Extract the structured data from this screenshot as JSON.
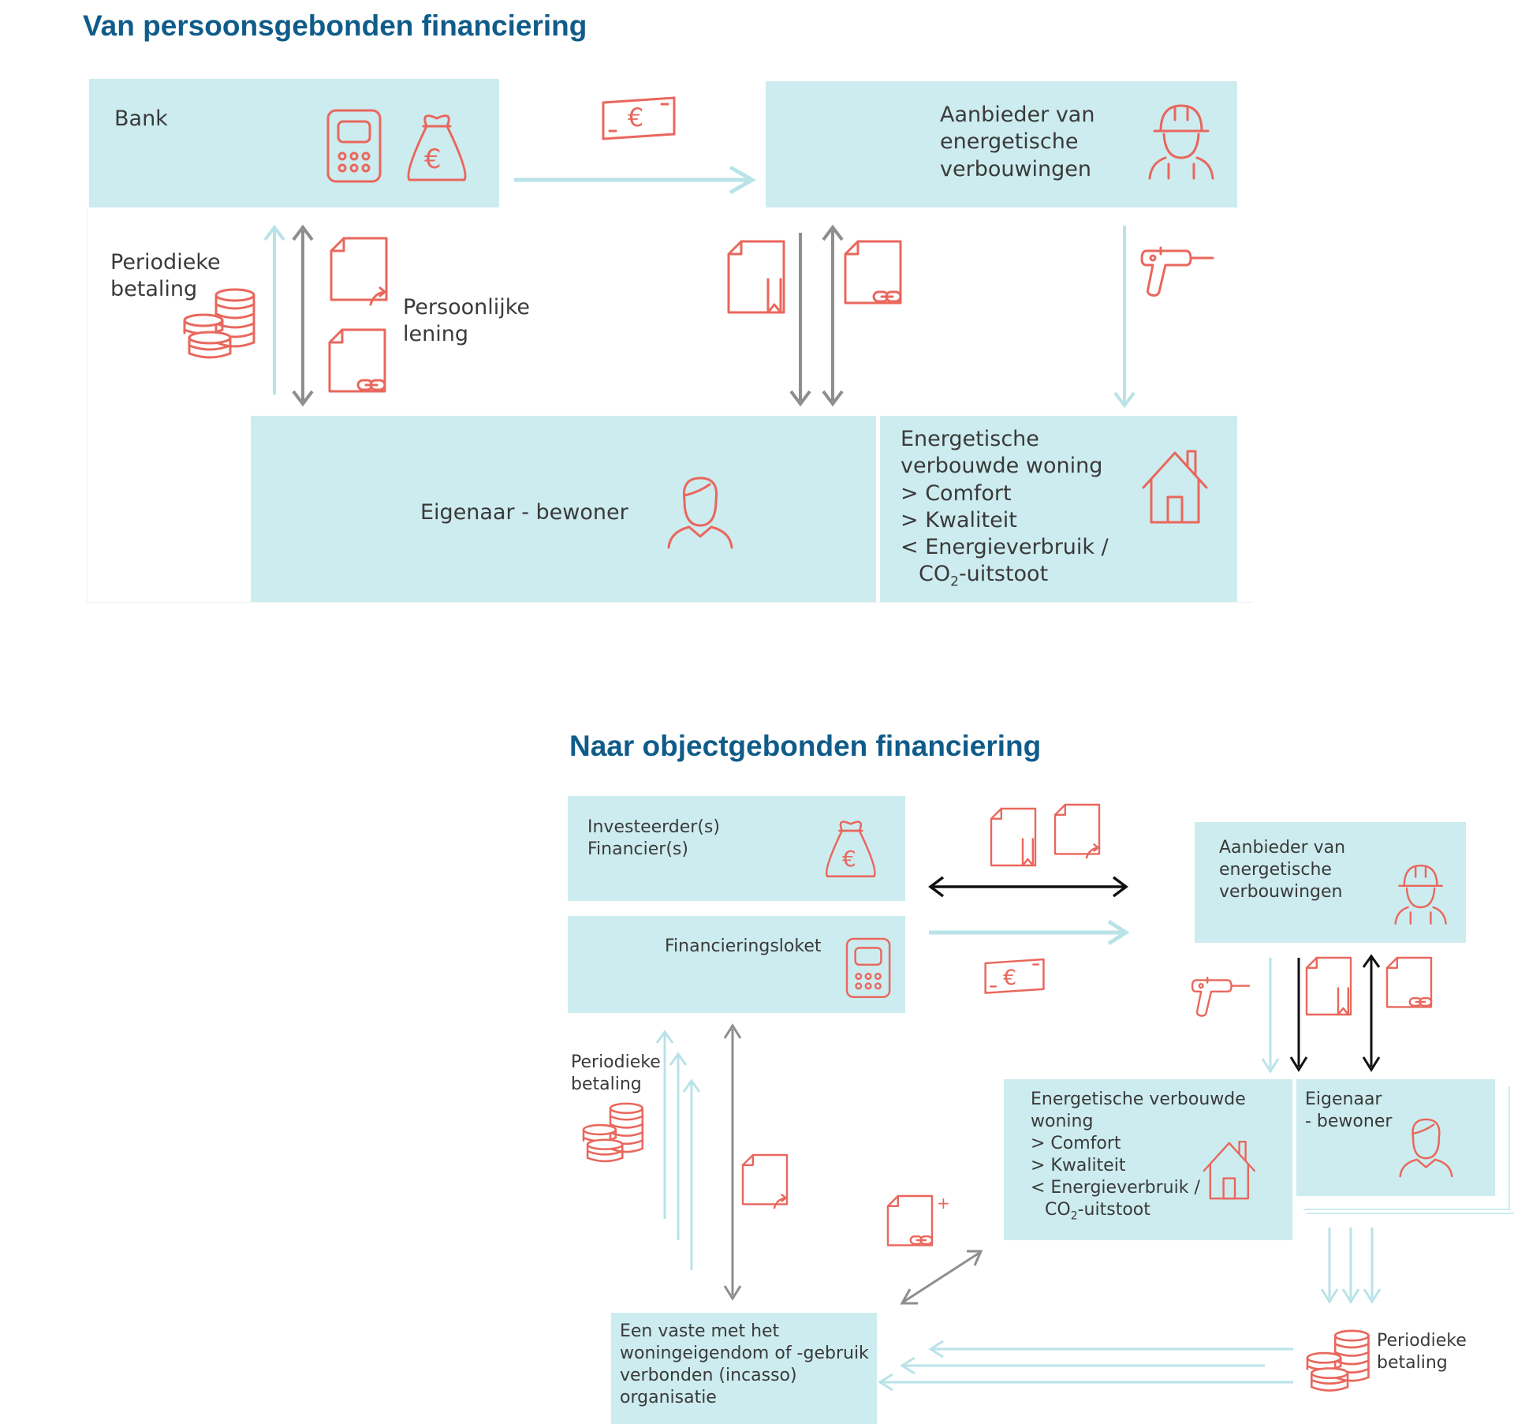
{
  "top": {
    "title": "Van persoonsgebonden financiering",
    "bank_label": "Bank",
    "provider_lines": [
      "Aanbieder van",
      "energetische",
      "verbouwingen"
    ],
    "payment_lines": [
      "Periodieke",
      "betaling"
    ],
    "loan_lines": [
      "Persoonlijke",
      "lening"
    ],
    "owner_label": "Eigenaar - bewoner",
    "house_lines": [
      "Energetische",
      "verbouwde woning",
      "> Comfort",
      "> Kwaliteit",
      "< Energieverbruik /"
    ],
    "co2_prefix": "CO",
    "co2_sub": "2",
    "co2_suffix": "-uitstoot"
  },
  "bottom": {
    "title": "Naar objectgebonden financiering",
    "investor_lines": [
      "Investeerder(s)",
      "Financier(s)"
    ],
    "desk_label": "Financieringsloket",
    "provider_lines": [
      "Aanbieder van",
      "energetische",
      "verbouwingen"
    ],
    "payment_left_lines": [
      "Periodieke",
      "betaling"
    ],
    "house_lines": [
      "Energetische verbouwde",
      "woning",
      "> Comfort",
      "> Kwaliteit",
      "< Energieverbruik /"
    ],
    "co2_prefix": "CO",
    "co2_sub": "2",
    "co2_suffix": "-uitstoot",
    "owner_lines": [
      "Eigenaar",
      "- bewoner"
    ],
    "org_lines": [
      "Een vaste met het",
      "woningeigendom of -gebruik",
      "verbonden (incasso)",
      "organisatie"
    ],
    "payment_right_lines": [
      "Periodieke",
      "betaling"
    ]
  },
  "icons": {
    "euro_symbol": "€",
    "plus_symbol": "+",
    "names": [
      "calculator-icon",
      "money-bag-icon",
      "banknote-icon",
      "worker-icon",
      "drill-icon",
      "coins-icon",
      "document-arrow-icon",
      "document-link-icon",
      "document-bookmark-icon",
      "person-icon",
      "house-icon"
    ]
  },
  "colors": {
    "box": "#cdecef",
    "icon": "#e9675c",
    "title": "#0f5c8a",
    "arrow_light": "#b9e3e8",
    "arrow_gray": "#8e8e8e",
    "arrow_black": "#111111"
  }
}
